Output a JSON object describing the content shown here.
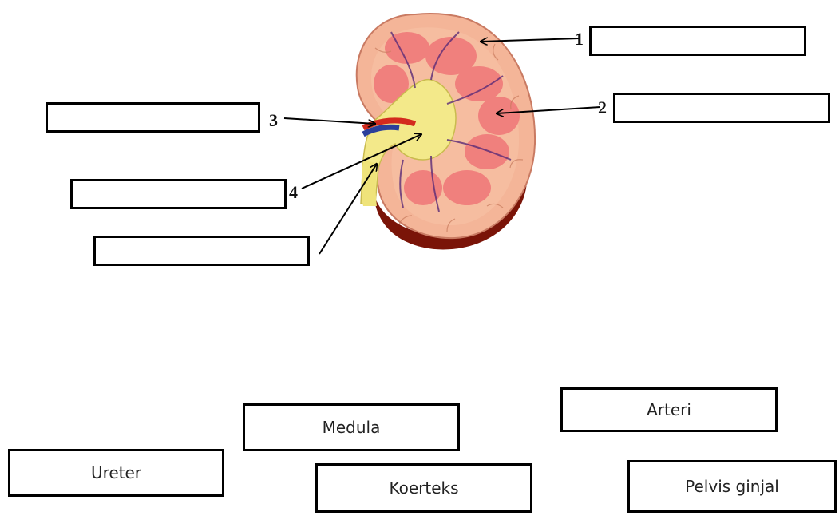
{
  "diagram": {
    "markers": [
      "1",
      "2",
      "3",
      "4"
    ]
  },
  "answer_bank": {
    "options": [
      "Medula",
      "Arteri",
      "Ureter",
      "Koerteks",
      "Pelvis ginjal"
    ]
  }
}
